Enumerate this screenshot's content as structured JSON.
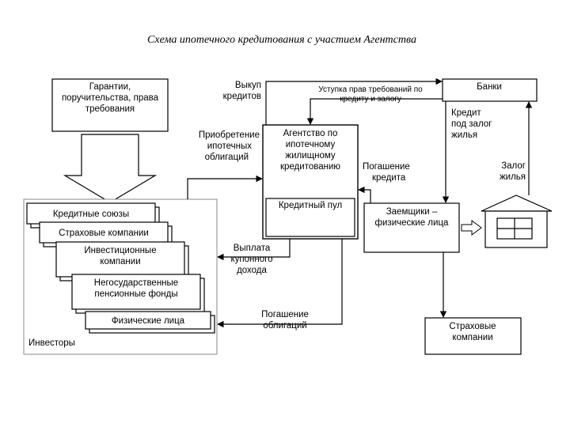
{
  "title": "Схема ипотечного кредитования с участием Агентства",
  "boxes": {
    "guarantees": [
      "Гарантии,",
      "поручительства, права",
      "требования"
    ],
    "agency": [
      "Агентство по",
      "ипотечному",
      "жилищному",
      "кредитованию"
    ],
    "credit_pool": "Кредитный пул",
    "banks": "Банки",
    "borrowers": [
      "Заемщики –",
      "физические лица"
    ],
    "insurance": [
      "Страховые",
      "компании"
    ],
    "investors": {
      "label": "Инвесторы",
      "items": [
        [
          "Кредитные союзы"
        ],
        [
          "Страховые компании"
        ],
        [
          "Инвестиционные",
          "компании"
        ],
        [
          "Негосударственные",
          "пенсионные фонды"
        ],
        [
          "Физические лица"
        ]
      ]
    }
  },
  "flows": {
    "loan_buyout": [
      "Выкуп",
      "кредитов"
    ],
    "claims_assignment": [
      "Уступка прав требований по",
      "кредиту и залогу"
    ],
    "bond_purchase": [
      "Приобретение",
      "ипотечных",
      "облигаций"
    ],
    "loan_repayment": [
      "Погашение",
      "кредита"
    ],
    "coupon_payment": [
      "Выплата",
      "купонного",
      "дохода"
    ],
    "bond_redemption": [
      "Погашение",
      "облигаций"
    ],
    "housing_loan": [
      "Кредит",
      "под залог",
      "жилья"
    ],
    "housing_pledge": [
      "Залог",
      "жилья"
    ]
  }
}
